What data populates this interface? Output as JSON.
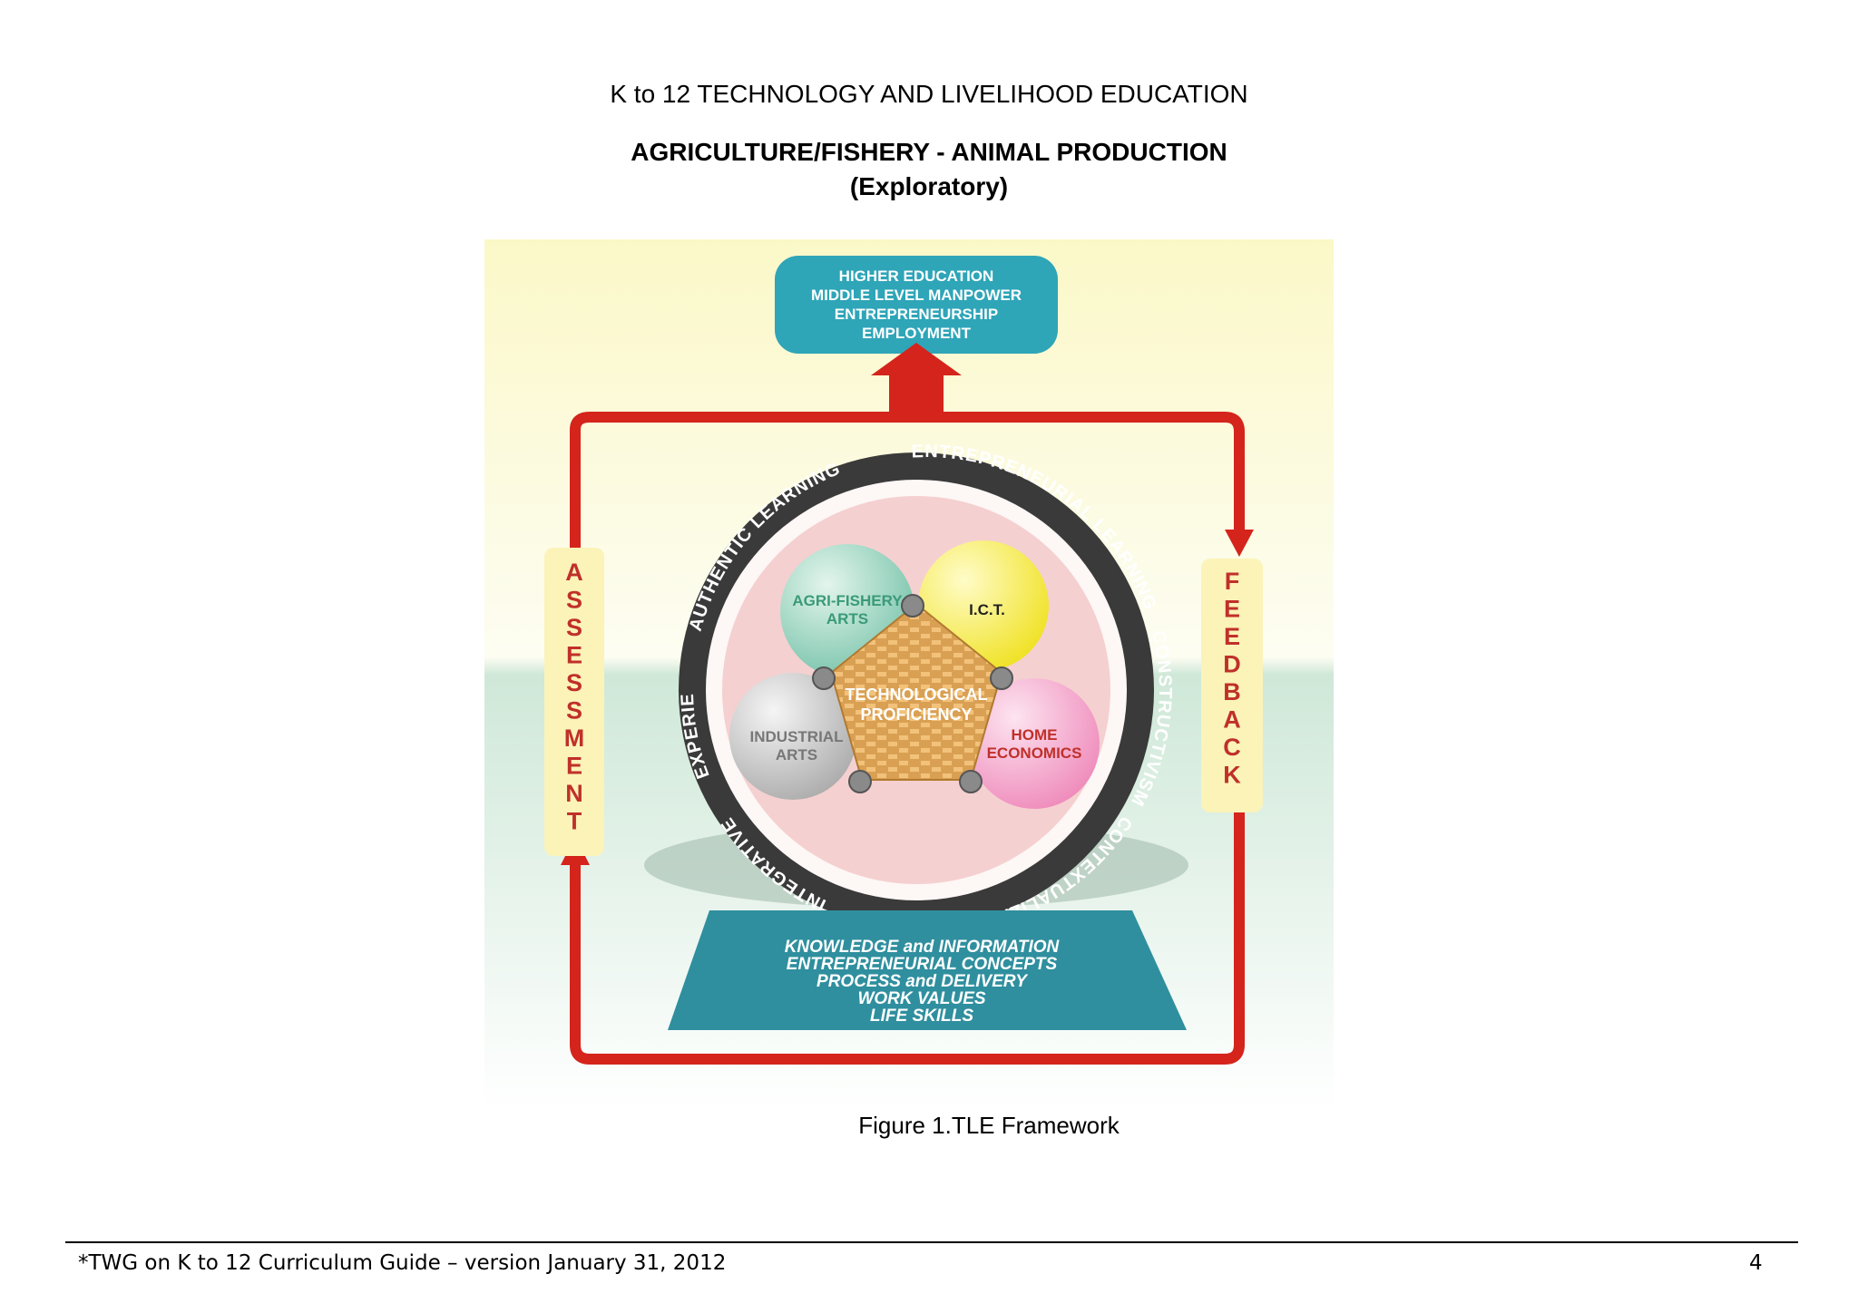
{
  "document": {
    "title": "K to 12 TECHNOLOGY AND LIVELIHOOD EDUCATION",
    "subtitle": "AGRICULTURE/FISHERY - ANIMAL PRODUCTION",
    "subtitle2": "(Exploratory)",
    "caption": "Figure 1.TLE Framework",
    "footer": "*TWG on K to 12 Curriculum Guide – version January 31, 2012",
    "page_number": "4"
  },
  "framework": {
    "outcomes": [
      "HIGHER EDUCATION",
      "MIDDLE LEVEL MANPOWER",
      "ENTREPRENEURSHIP",
      "EMPLOYMENT"
    ],
    "left_label": "ASSESSMENT",
    "right_label": "FEEDBACK",
    "ring_labels": {
      "top": "CONSTRUCTIVISM",
      "upper_right": "CONTEXTUALIZATION",
      "lower_right": "INTEGRATIVE",
      "bottom": "EXPERIENTIAL",
      "lower_left": "AUTHENTIC LEARNING",
      "upper_left": "ENTREPRENEURIAL LEARNING"
    },
    "spheres": {
      "agri_line1": "AGRI-FISHERY",
      "agri_line2": "ARTS",
      "ict": "I.C.T.",
      "industrial_line1": "INDUSTRIAL",
      "industrial_line2": "ARTS",
      "home_line1": "HOME",
      "home_line2": "ECONOMICS"
    },
    "center_line1": "TECHNOLOGICAL",
    "center_line2": "PROFICIENCY",
    "foundation": [
      "KNOWLEDGE and INFORMATION",
      "ENTREPRENEURIAL CONCEPTS",
      "PROCESS and DELIVERY",
      "WORK VALUES",
      "LIFE SKILLS"
    ],
    "colors": {
      "arrow": "#d4241c",
      "teal": "#2f9fb4",
      "ring": "#3a3a3a",
      "agri": "#8fd0b8",
      "ict": "#f5ea3a",
      "industrial": "#c7c7c7",
      "home": "#f2a0c8",
      "label_text": "#c0302a"
    }
  }
}
